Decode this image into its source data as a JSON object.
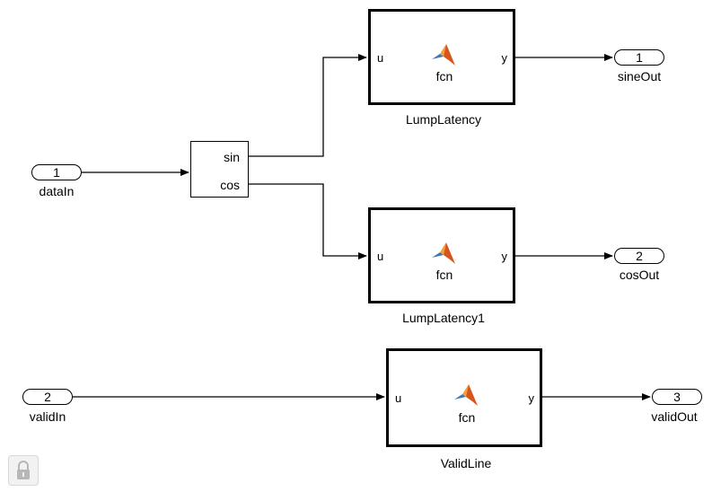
{
  "ports": {
    "dataIn": {
      "number": "1",
      "label": "dataIn"
    },
    "validIn": {
      "number": "2",
      "label": "validIn"
    },
    "sineOut": {
      "number": "1",
      "label": "sineOut"
    },
    "cosOut": {
      "number": "2",
      "label": "cosOut"
    },
    "validOut": {
      "number": "3",
      "label": "validOut"
    }
  },
  "blocks": {
    "lump1": {
      "name": "LumpLatency",
      "input": "u",
      "output": "y",
      "function": "fcn"
    },
    "lump2": {
      "name": "LumpLatency1",
      "input": "u",
      "output": "y",
      "function": "fcn"
    },
    "valid": {
      "name": "ValidLine",
      "input": "u",
      "output": "y",
      "function": "fcn"
    },
    "sincos": {
      "output_top": "sin",
      "output_bottom": "cos"
    }
  },
  "icons": {
    "matlab_function": "matlab-logo-icon",
    "lock": "lock-icon"
  },
  "colors": {
    "matlab_orange": "#d9541c",
    "matlab_blue": "#3d78b5"
  }
}
